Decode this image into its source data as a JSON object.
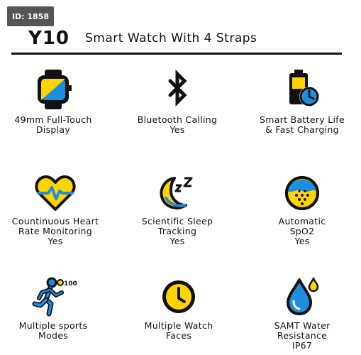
{
  "badge": "ID: 1858",
  "header": {
    "model": "Y10",
    "title": "Smart Watch With 4 Straps"
  },
  "colors": {
    "accent_yellow": "#FFD400",
    "accent_blue": "#1E8FE0",
    "ink": "#111111"
  },
  "features": [
    {
      "icon": "smartwatch-icon",
      "label": [
        "49mm Full-Touch",
        "Display"
      ],
      "value": ""
    },
    {
      "icon": "bluetooth-icon",
      "label": [
        "Bluetooth Calling"
      ],
      "value": "Yes"
    },
    {
      "icon": "battery-clock-icon",
      "label": [
        "Smart Battery Life",
        "& Fast Charging"
      ],
      "value": ""
    },
    {
      "icon": "heart-rate-icon",
      "label": [
        "Countinuous Heart",
        "Rate Monitoring"
      ],
      "value": "Yes"
    },
    {
      "icon": "sleep-moon-icon",
      "label": [
        "Scientific Sleep",
        "Tracking"
      ],
      "value": "Yes"
    },
    {
      "icon": "spo2-icon",
      "label": [
        "Automatic",
        "SpO2"
      ],
      "value": "Yes"
    },
    {
      "icon": "running-person-icon",
      "label": [
        "Multiple sports",
        "Modes"
      ],
      "value": "",
      "icon_text": "100"
    },
    {
      "icon": "clock-face-icon",
      "label": [
        "Multiple Watch",
        "Faces"
      ],
      "value": ""
    },
    {
      "icon": "water-drop-icon",
      "label": [
        "SAMT Water",
        "Resistance"
      ],
      "value": "IP67"
    }
  ]
}
